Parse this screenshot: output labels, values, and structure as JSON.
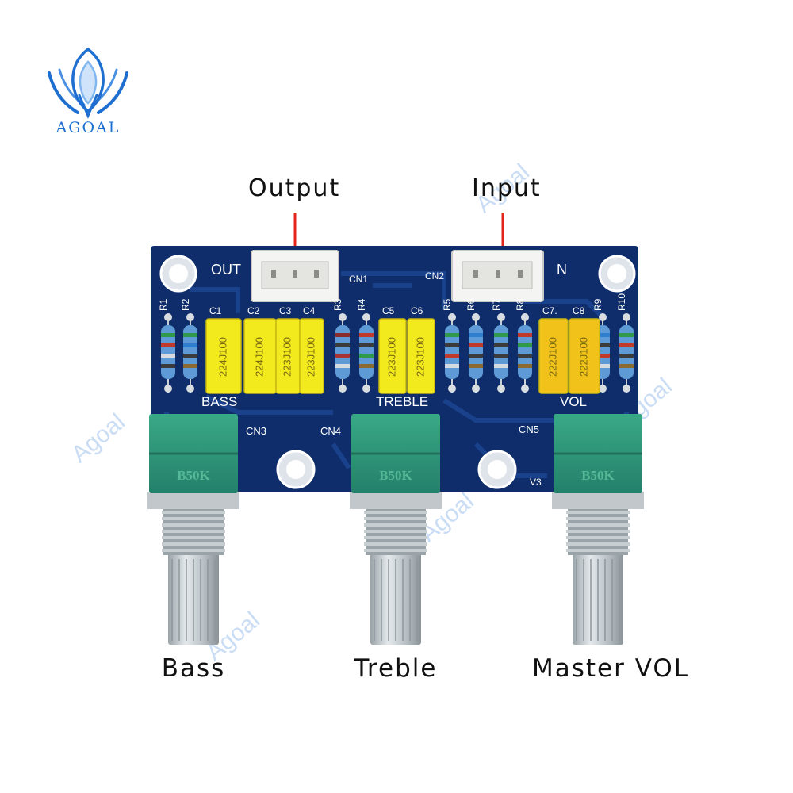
{
  "brand": {
    "name": "AGOAL",
    "color": "#1f6fd0"
  },
  "watermark": {
    "text": "Agoal",
    "color": "#9fc3ee"
  },
  "callouts": {
    "output": "Output",
    "input": "Input",
    "line_color": "#e2241b"
  },
  "board": {
    "color": "#0f2d6b",
    "labels": {
      "out": "OUT",
      "in": "N",
      "cn1": "CN1",
      "cn2": "CN2",
      "cn3": "CN3",
      "cn4": "CN4",
      "cn5": "CN5",
      "bass": "BASS",
      "treble": "TREBLE",
      "vol": "VOL",
      "v3": "V3"
    },
    "resistors": [
      "R1",
      "R2",
      "R3",
      "R4",
      "R5",
      "R6",
      "R7",
      "R8",
      "R9",
      "R10"
    ],
    "capacitors": [
      {
        "ref": "C1",
        "code": "224J100",
        "color": "#f2ea1c"
      },
      {
        "ref": "C2",
        "code": "224J100",
        "color": "#f2ea1c"
      },
      {
        "ref": "C3",
        "code": "223J100",
        "color": "#f2ea1c"
      },
      {
        "ref": "C4",
        "code": "223J100",
        "color": "#f2ea1c"
      },
      {
        "ref": "C5",
        "code": "223J100",
        "color": "#f2ea1c"
      },
      {
        "ref": "C6",
        "code": "223J100",
        "color": "#f2ea1c"
      },
      {
        "ref": "C7.",
        "code": "222J100",
        "color": "#f0c21a"
      },
      {
        "ref": "C8",
        "code": "222J100",
        "color": "#f0c21a"
      }
    ],
    "potentiometers": [
      {
        "marking": "B50K",
        "label": "Bass"
      },
      {
        "marking": "B50K",
        "label": "Treble"
      },
      {
        "marking": "B50K",
        "label": "Master VOL"
      }
    ],
    "pot_color": "#2f9a78"
  }
}
